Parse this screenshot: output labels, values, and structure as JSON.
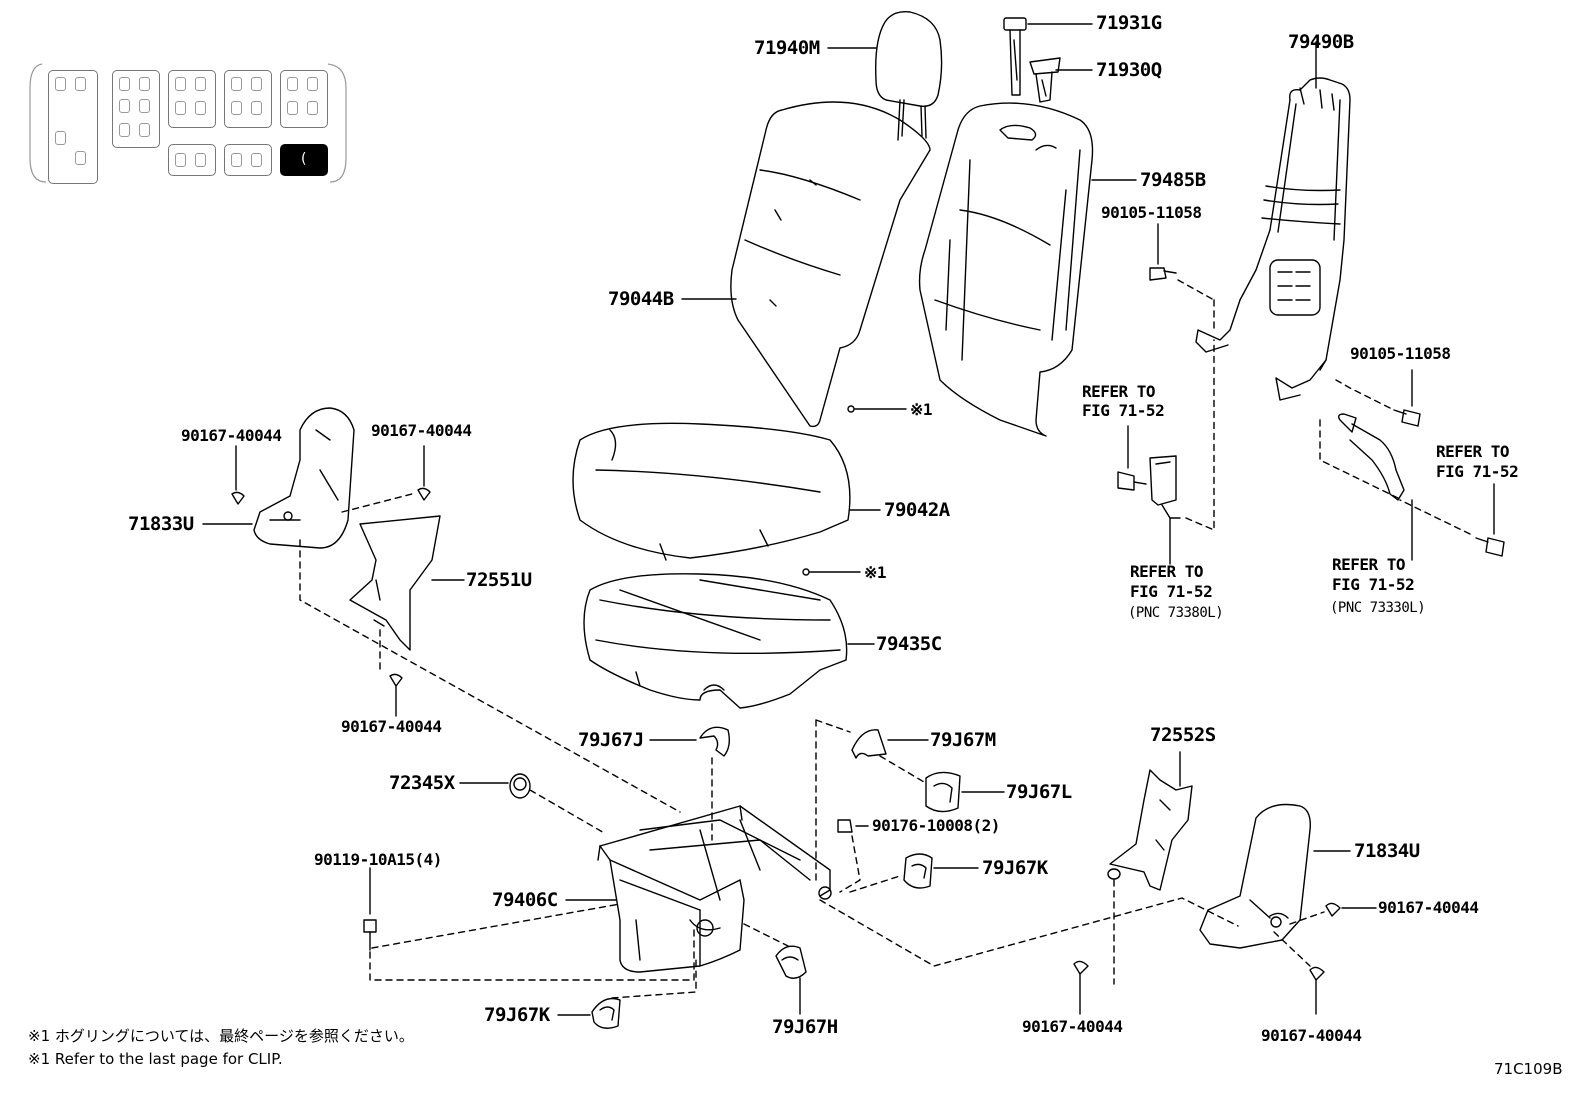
{
  "labels": {
    "p71940M": "71940M",
    "p71931G": "71931G",
    "p71930Q": "71930Q",
    "p79490B": "79490B",
    "p79485B": "79485B",
    "p90105_a": "90105-11058",
    "p79044B": "79044B",
    "p90105_b": "90105-11058",
    "refer1a": "REFER TO",
    "refer1b": "FIG 71-52",
    "refer2a": "REFER TO",
    "refer2b": "FIG 71-52",
    "p90167_a": "90167-40044",
    "p90167_b": "90167-40044",
    "clip1": "※1",
    "p71833U": "71833U",
    "p79042A": "79042A",
    "refer3a": "REFER TO",
    "refer3b": "FIG 71-52",
    "refer3c": "(PNC 73380L)",
    "refer4a": "REFER TO",
    "refer4b": "FIG 71-52",
    "refer4c": "(PNC 73330L)",
    "clip2": "※1",
    "p72551U": "72551U",
    "p79435C": "79435C",
    "p90167_c": "90167-40044",
    "p79J67J": "79J67J",
    "p79J67M": "79J67M",
    "p72552S": "72552S",
    "p72345X": "72345X",
    "p79J67L": "79J67L",
    "p90176": "90176-10008(2)",
    "p71834U": "71834U",
    "p90119": "90119-10A15(4)",
    "p79J67K_a": "79J67K",
    "p79406C": "79406C",
    "p90167_d": "90167-40044",
    "p79J67K_b": "79J67K",
    "p79J67H": "79J67H",
    "p90167_e": "90167-40044",
    "p90167_f": "90167-40044"
  },
  "notes": {
    "jp": "※1 ホグリングについては、最終ページを参照ください。",
    "en": "※1 Refer to the last page for CLIP."
  },
  "figure_code": "71C109B",
  "thumbnail_active_glyph": "(",
  "colors": {
    "line": "#000000",
    "thumb_border": "#777777",
    "active": "#000000"
  }
}
